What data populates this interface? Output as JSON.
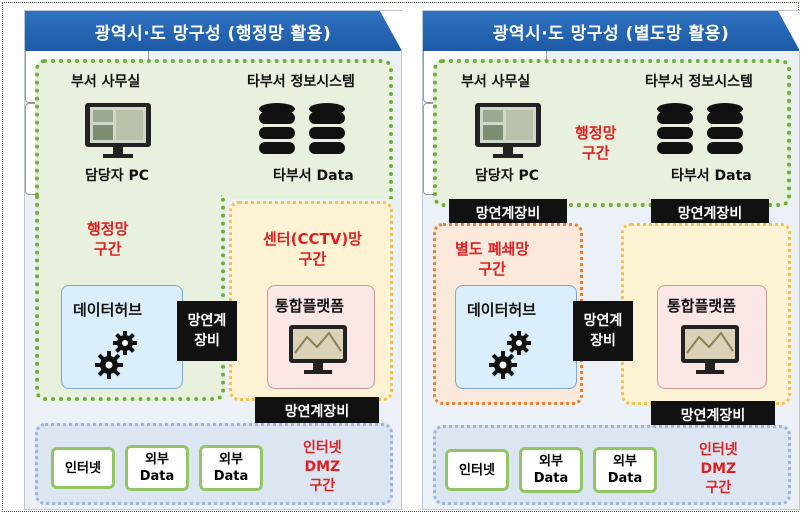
{
  "left": {
    "title": "광역시·도 망구성 (행정망 활용)",
    "office": "부서 사무실",
    "other_system": "타부서 정보시스템",
    "pc_label": "담당자 PC",
    "data_label": "타부서 Data",
    "admin_zone": [
      "행정망",
      "구간"
    ],
    "center_zone": [
      "센터(CCTV)망",
      "구간"
    ],
    "hub": "데이터허브",
    "platform": "통합플랫폼",
    "link_device_mid": [
      "망연계",
      "장비"
    ],
    "link_device_bottom": "망연계장비",
    "internet": "인터넷",
    "external1": [
      "외부",
      "Data"
    ],
    "external2": [
      "외부",
      "Data"
    ],
    "dmz": [
      "인터넷",
      "DMZ",
      "구간"
    ]
  },
  "right": {
    "title": "광역시·도 망구성 (별도망 활용)",
    "office": "부서 사무실",
    "other_system": "타부서 정보시스템",
    "pc_label": "담당자 PC",
    "data_label": "타부서 Data",
    "admin_zone": [
      "행정망",
      "구간"
    ],
    "link_device_top1": "망연계장비",
    "link_device_top2": "망연계장비",
    "closed_zone": [
      "별도 폐쇄망",
      "구간"
    ],
    "hub": "데이터허브",
    "platform": "통합플랫폼",
    "link_device_mid": [
      "망연계",
      "장비"
    ],
    "link_device_bottom": "망연계장비",
    "internet": "인터넷",
    "external1": [
      "외부",
      "Data"
    ],
    "external2": [
      "외부",
      "Data"
    ],
    "dmz": [
      "인터넷",
      "DMZ",
      "구간"
    ]
  },
  "colors": {
    "header": "#1d5aa5",
    "zone_green": "#6fae3c",
    "zone_yellow": "#f2c14e",
    "zone_orange": "#e8803a",
    "zone_red_text": "#e02020"
  },
  "icons": [
    "monitor-icon",
    "database-icon",
    "gears-icon"
  ]
}
